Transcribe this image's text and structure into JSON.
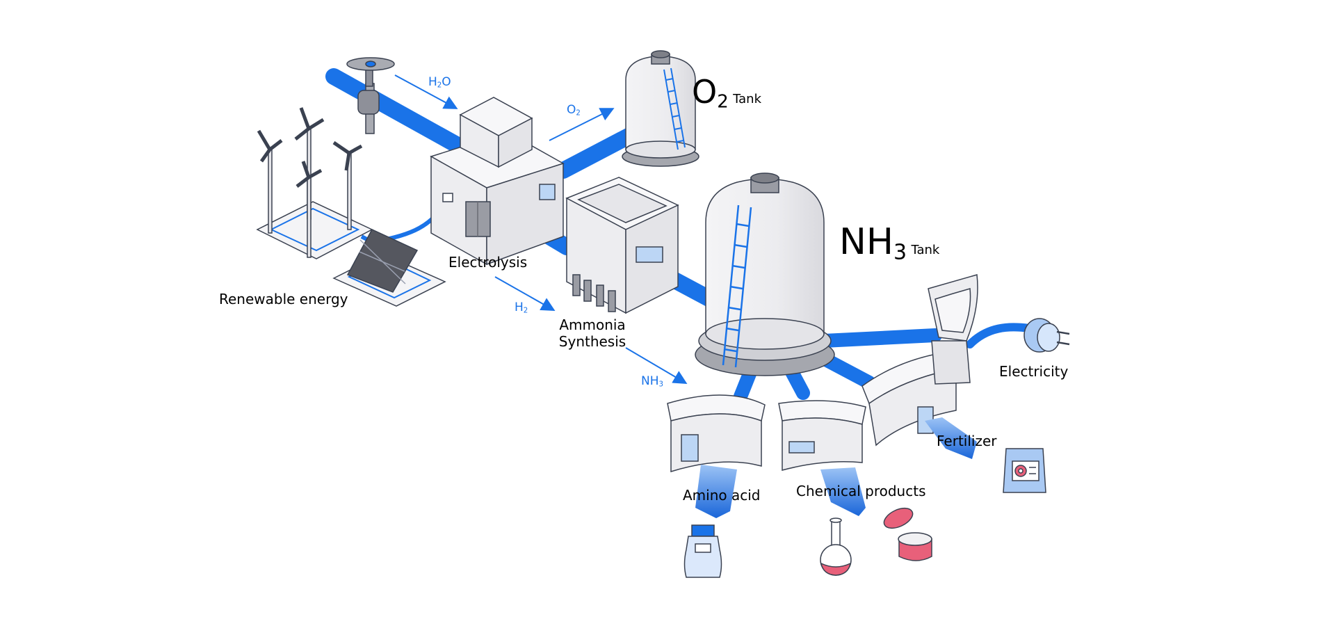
{
  "labels": {
    "renewable_energy": "Renewable energy",
    "electrolysis": "Electrolysis",
    "ammonia_line1": "Ammonia",
    "ammonia_line2": "Synthesis",
    "electricity": "Electricity",
    "fertilizer": "Fertilizer",
    "amino_acid": "Amino acid",
    "chemical_products": "Chemical products"
  },
  "o2_tank": {
    "symbol": "O",
    "sub": "2",
    "word": "Tank"
  },
  "nh3_tank": {
    "symbol": "NH",
    "sub": "3",
    "word": "Tank"
  },
  "flows": {
    "h2o": {
      "a": "H",
      "sub": "2",
      "b": "O"
    },
    "o2": {
      "a": "O",
      "sub": "2"
    },
    "h2": {
      "a": "H",
      "sub": "2"
    },
    "nh3": {
      "a": "NH",
      "sub": "3"
    }
  },
  "colors": {
    "pipe": "#1a73e8",
    "outline": "#3a4150",
    "building": "#ededf0",
    "roof": "#f7f7f9",
    "accent": "#e8607a"
  }
}
